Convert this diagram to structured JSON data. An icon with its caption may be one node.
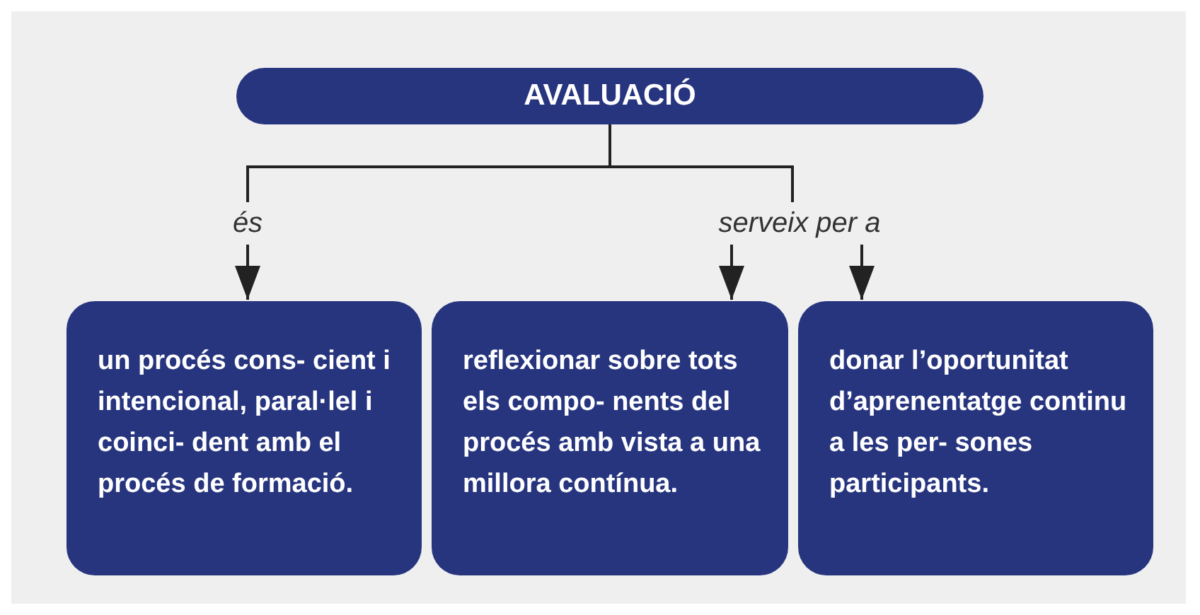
{
  "diagram": {
    "nodes": [
      {
        "text": [
          "AVALUACIÓ"
        ]
      },
      {
        "text": [
          "un procés cons- cient i intencional, paral·lel i coinci- dent amb el procés de formació."
        ]
      },
      {
        "text": [
          "reflexionar sobre tots els compo- nents del procés amb vista a una millora contínua."
        ]
      },
      {
        "text": [
          "donar l’oportunitat d’aprenentatge continu a les per- sones participants."
        ]
      }
    ],
    "edges": [
      {
        "from": 0,
        "to": 1,
        "arrow": "to",
        "label": "és"
      },
      {
        "from": 0,
        "to": 2,
        "arrow": "to",
        "label": "serveix per a"
      },
      {
        "from": 0,
        "to": 3,
        "arrow": "to"
      }
    ]
  }
}
